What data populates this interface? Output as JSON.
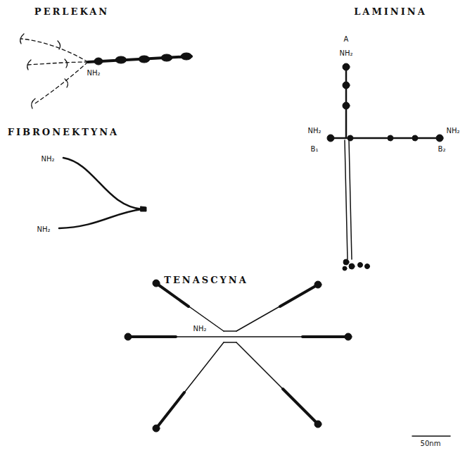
{
  "diagram": {
    "labels": [
      "PERLEKAN",
      "LAMININA",
      "A",
      "NH₂",
      "NH₂",
      "FIBRONEKTYNA",
      "NH₂",
      "B₁",
      "NH₂",
      "B₂",
      "NH₂",
      "NH₂",
      "TENASCYNA",
      "NH₂",
      "50nm"
    ]
  }
}
